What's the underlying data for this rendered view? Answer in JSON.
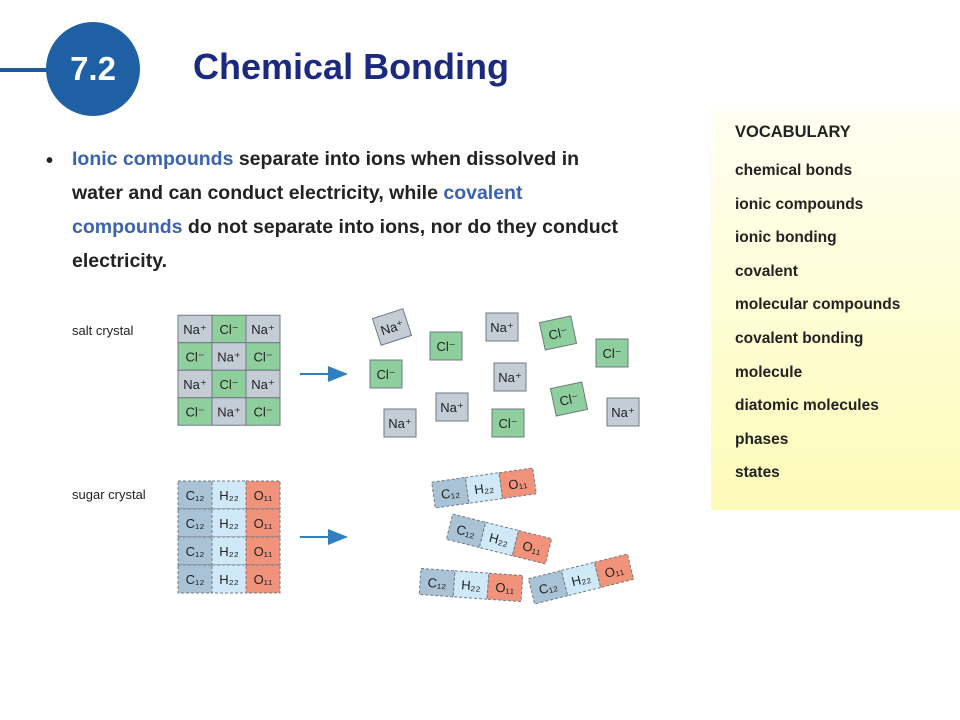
{
  "header": {
    "section_number": "7.2",
    "title": "Chemical Bonding"
  },
  "body": {
    "term1": "Ionic compounds",
    "text1": " separate into ions when dissolved in water and can conduct electricity, while ",
    "term2": "covalent compounds",
    "text2": " do not separate into ions, nor do they conduct electricity."
  },
  "vocabulary": {
    "heading": "VOCABULARY",
    "items": [
      "chemical bonds",
      "ionic compounds",
      "ionic bonding",
      "covalent",
      "molecular compounds",
      "covalent bonding",
      "molecule",
      "diatomic molecules",
      "phases",
      "states"
    ]
  },
  "figure": {
    "salt_label": "salt crystal",
    "sugar_label": "sugar crystal",
    "salt_grid": [
      [
        "Na⁺",
        "Cl⁻",
        "Na⁺"
      ],
      [
        "Cl⁻",
        "Na⁺",
        "Cl⁻"
      ],
      [
        "Na⁺",
        "Cl⁻",
        "Na⁺"
      ],
      [
        "Cl⁻",
        "Na⁺",
        "Cl⁻"
      ]
    ],
    "sugar_row": [
      "C₁₂",
      "H₂₂",
      "O₁₁"
    ],
    "na_ion": "Na⁺",
    "cl_ion": "Cl⁻",
    "colors": {
      "na": "#c4cdd6",
      "cl": "#8fcf9d",
      "carbon": "#a9c2d6",
      "hydrogen": "#cfe9f8",
      "oxygen": "#f0937a",
      "arrow": "#2f7fc1",
      "accent": "#3c63b1",
      "title": "#1b2a80",
      "badge": "#1f60a4"
    }
  }
}
